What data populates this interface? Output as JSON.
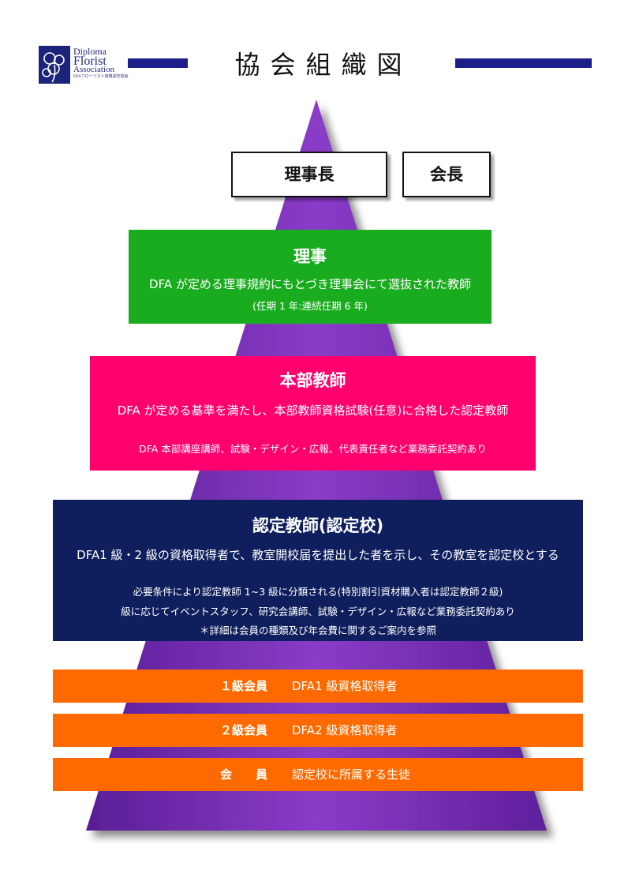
{
  "logo": {
    "line1": "Diploma",
    "line2": "Florist",
    "line3": "Association",
    "line4": "DFAフローリスト資格認定協会"
  },
  "title": "協会組織図",
  "top_boxes": {
    "rijicho": "理事長",
    "kaicho": "会長"
  },
  "riji": {
    "title": "理事",
    "main": "DFA が定める理事規約にもとづき理事会にて選抜された教師",
    "sub": "(任期 1 年:連続任期 6 年)"
  },
  "honbu": {
    "title": "本部教師",
    "main": "DFA が定める基準を満たし、本部教師資格試験(任意)に合格した認定教師",
    "sub": "DFA 本部講座講師、試験・デザイン・広報、代表責任者など業務委託契約あり"
  },
  "nintei": {
    "title": "認定教師(認定校)",
    "main": "DFA1 級・2 級の資格取得者で、教室開校届を提出した者を示し、その教室を認定校とする",
    "sub1": "必要条件により認定教師 1~3 級に分類される(特別割引資材購入者は認定教師２級)",
    "sub2": "級に応じてイベントスタッフ、研究会講師、試験・デザイン・広報など業務委託契約あり",
    "sub3": "＊詳細は会員の種類及び年会費に関するご案内を参照"
  },
  "members": [
    {
      "label": "１級会員",
      "desc": "DFA1 級資格取得者"
    },
    {
      "label": "２級会員",
      "desc": "DFA2 級資格取得者"
    },
    {
      "label": "会　　員",
      "desc": "認定校に所属する生徒"
    }
  ],
  "colors": {
    "pyramid": "#7b2fb5",
    "riji": "#1aac1f",
    "honbu": "#ff006e",
    "nintei": "#0f1f5e",
    "members": "#ff6a00",
    "header_bar": "#1e1e8a"
  }
}
